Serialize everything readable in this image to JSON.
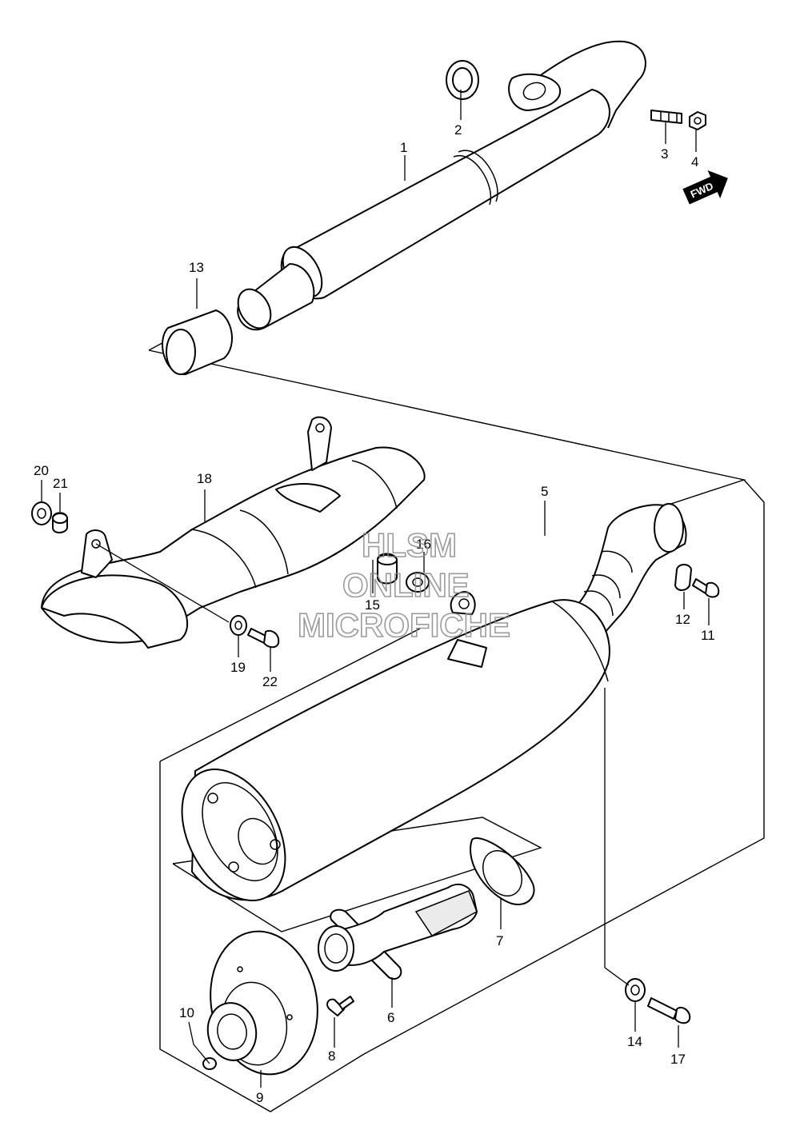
{
  "callouts": {
    "c1": "1",
    "c2": "2",
    "c3": "3",
    "c4": "4",
    "c5": "5",
    "c6": "6",
    "c7": "7",
    "c8": "8",
    "c9": "9",
    "c10": "10",
    "c11": "11",
    "c12": "12",
    "c13": "13",
    "c14": "14",
    "c15": "15",
    "c16": "16",
    "c17": "17",
    "c18": "18",
    "c19": "19",
    "c20": "20",
    "c21": "21",
    "c22": "22"
  },
  "direction_badge": "FWD",
  "watermark": {
    "line1": "HLSM",
    "line2": "ONLINE",
    "line3": "MICROFICHE"
  }
}
